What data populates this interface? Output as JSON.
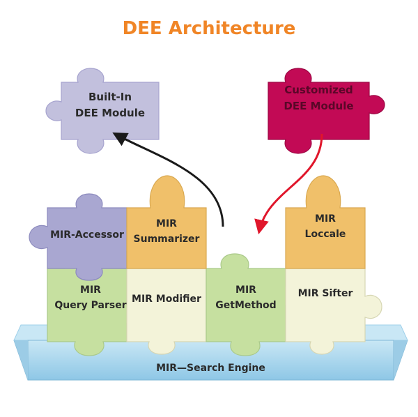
{
  "title": "DEE Architecture",
  "colors": {
    "title": "#f08526",
    "built_in": "#c2c0dd",
    "customized": "#c20a55",
    "accessor": "#a9a7d1",
    "orange": "#f0c06a",
    "green": "#c6e0a0",
    "cream": "#f3f3d9",
    "engine_top": "#c9e7f5",
    "engine_bottom": "#8ec7e6"
  },
  "modules": {
    "built_in": {
      "line1": "Built-In",
      "line2": "DEE Module"
    },
    "customized": {
      "line1": "Customized",
      "line2": "DEE Module"
    }
  },
  "pieces": {
    "accessor": {
      "label": "MIR-Accessor"
    },
    "summarizer": {
      "line1": "MIR",
      "line2": "Summarizer"
    },
    "locale": {
      "line1": "MIR",
      "line2": "Loccale"
    },
    "query_parser": {
      "line1": "MIR",
      "line2": "Query Parser"
    },
    "modifier": {
      "label": "MIR Modifier"
    },
    "getmethod": {
      "line1": "MIR",
      "line2": "GetMethod"
    },
    "sifter": {
      "label": "MIR Sifter"
    }
  },
  "engine": {
    "label": "MIR—Search Engine"
  }
}
